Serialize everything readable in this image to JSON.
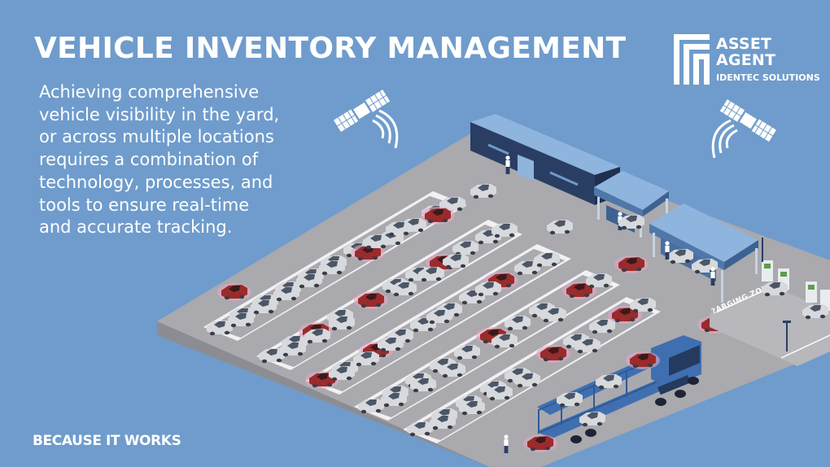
{
  "header": {
    "title": "VEHICLE INVENTORY MANAGEMENT",
    "body_lines": [
      "Achieving comprehensive",
      "vehicle visibility in the yard,",
      "or across multiple locations",
      "requires a combination of",
      "technology, processes, and",
      "tools to ensure real-time",
      "and accurate tracking."
    ]
  },
  "logo": {
    "line1": "ASSET",
    "line2": "AGENT",
    "subline": "IDENTEC SOLUTIONS"
  },
  "footer": {
    "tagline": "BECAUSE IT WORKS"
  },
  "scene": {
    "zone_label": "?ARGING ZONE",
    "icons": [
      "satellite-icon",
      "satellite-icon",
      "car-icon",
      "truck-icon",
      "building-icon",
      "charging-station-icon",
      "person-icon"
    ]
  },
  "colors": {
    "background": "#6f9ccc",
    "asphalt": "#a9a9ae",
    "curb": "#f1f1f3",
    "building": "#6f9acb",
    "building_dark": "#2a3e63",
    "truck": "#3f6fb0",
    "tracked_car": "#9b2b2b",
    "car": "#d7d9dd",
    "highlight": "#e8a7c4",
    "text": "#ffffff"
  }
}
